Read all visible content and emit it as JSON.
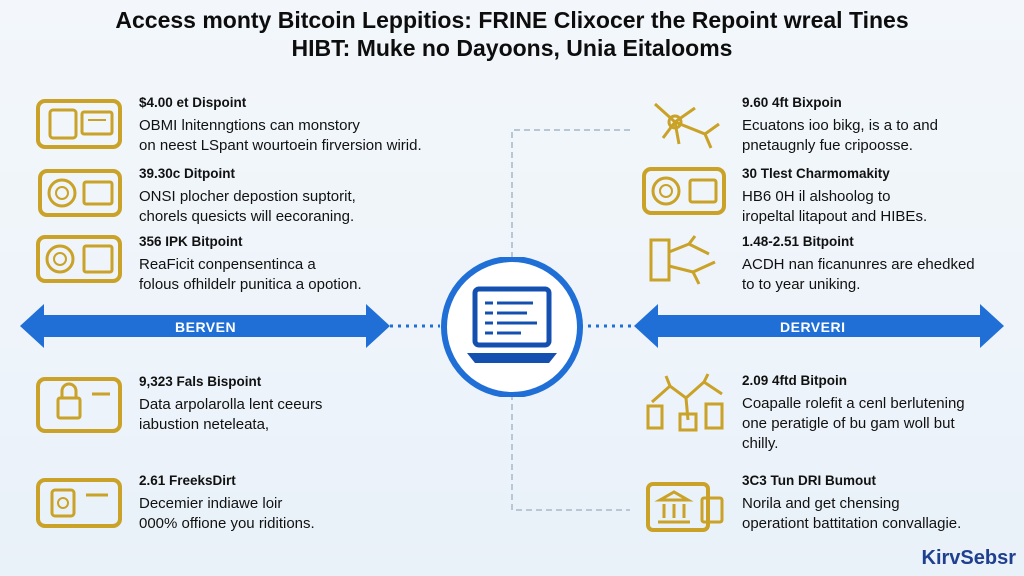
{
  "title": {
    "line1": "Access monty Bitcoin Leppitios: FRINE Clixocer the Repoint wreal Tines",
    "line2": "HIBT: Muke no Dayoons, Unia Eitalooms"
  },
  "left_items": [
    {
      "heading": "$4.00 et Dispoint",
      "line1": "OBMI lnitenngtions can monstory",
      "line2": "on neest LSpant wourtoein firversion wirid."
    },
    {
      "heading": "39.30c Ditpoint",
      "line1": "ONSI plocher depostion suptorit,",
      "line2": "chorels quesicts will eecoraning."
    },
    {
      "heading": "356 IPK Bitpoint",
      "line1": "ReaFicit conpensentinca a",
      "line2": "folous ofhildelr punitica a opotion."
    },
    {
      "heading": "9,323 Fals Bispoint",
      "line1": "Data arpolarolla lent ceeurs",
      "line2": "iabustion neteleata,"
    },
    {
      "heading": "2.61 FreeksDirt",
      "line1": "Decemier indiawe loir",
      "line2": "000% offione you riditions."
    }
  ],
  "right_items": [
    {
      "heading": "9.60 4ft Bixpoin",
      "line1": "Ecuatons ioo bikg, is a to and",
      "line2": "pnetaugnly fue cripoosse."
    },
    {
      "heading": "30 Tlest Charmomakity",
      "line1": "HB6 0H il alshoolog  to",
      "line2": "iropeltal litapout and HIBEs."
    },
    {
      "heading": "1.48-2.51 Bitpoint",
      "line1": "ACDH nan ficanunres are ehedked",
      "line2": "to to year uniking."
    },
    {
      "heading": "2.09 4ftd Bitpoin",
      "line1": "Coapalle rolefit a cenl berlutening",
      "line2": "one peratigle of bu gam woll but",
      "line3": "chilly."
    },
    {
      "heading": "3C3 Tun DRI Bumout",
      "line1": "Norila and get chensing",
      "line2": "operationt battitation convallagie."
    }
  ],
  "arrows": {
    "left_label": "BERVEN",
    "right_label": "DERVERI"
  },
  "logo": "KirvSebsr",
  "colors": {
    "gold": "#c9a227",
    "blue": "#1f6fd6",
    "dark_blue": "#1450b0"
  }
}
